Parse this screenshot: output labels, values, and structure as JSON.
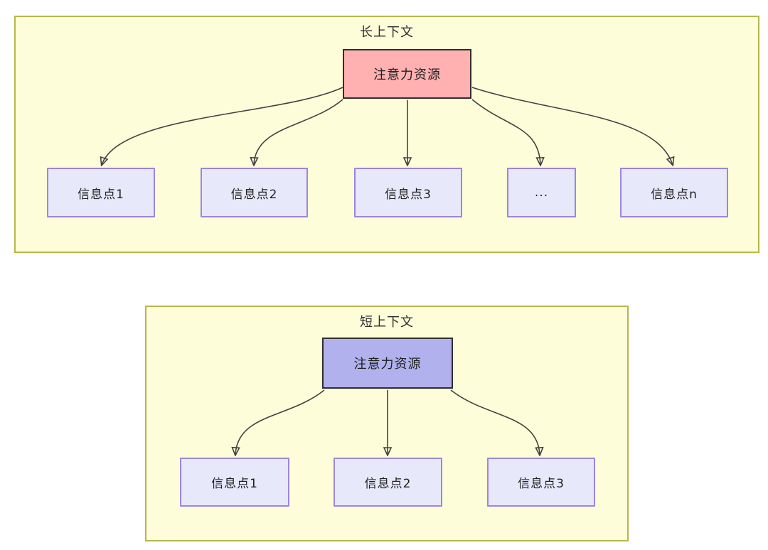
{
  "diagram": {
    "long_context": {
      "title": "长上下文",
      "source": {
        "label": "注意力资源"
      },
      "targets": [
        {
          "label": "信息点1"
        },
        {
          "label": "信息点2"
        },
        {
          "label": "信息点3"
        },
        {
          "label": "..."
        },
        {
          "label": "信息点n"
        }
      ]
    },
    "short_context": {
      "title": "短上下文",
      "source": {
        "label": "注意力资源"
      },
      "targets": [
        {
          "label": "信息点1"
        },
        {
          "label": "信息点2"
        },
        {
          "label": "信息点3"
        }
      ]
    },
    "colors": {
      "container_fill": "#fdfdd9",
      "container_border": "#b7b74b",
      "long_source_fill": "#ffb1b2",
      "short_source_fill": "#b1b1ee",
      "source_border": "#2f2f2f",
      "target_fill": "#e8e8fb",
      "target_border": "#9c85de",
      "edge_line": "#424242",
      "text": "#2e2e2e"
    }
  }
}
